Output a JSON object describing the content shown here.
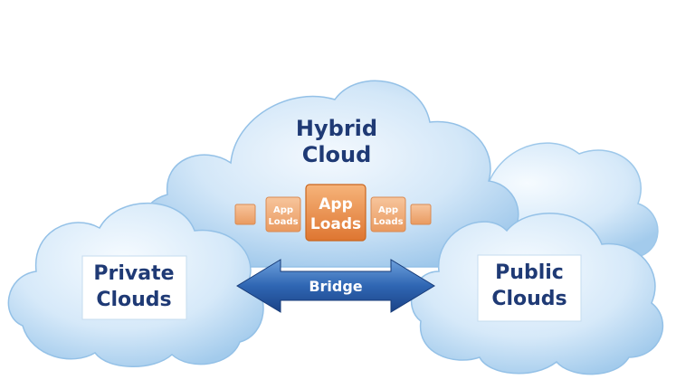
{
  "hybrid": {
    "line1": "Hybrid",
    "line2": "Cloud"
  },
  "private": {
    "line1": "Private",
    "line2": "Clouds"
  },
  "public": {
    "line1": "Public",
    "line2": "Clouds"
  },
  "bridge": {
    "label": "Bridge"
  },
  "app_loads": {
    "small": {
      "line1": "App",
      "line2": "Loads"
    },
    "main": {
      "line1": "App",
      "line2": "Loads"
    }
  },
  "colors": {
    "cloud_light": "#eef6fd",
    "cloud_mid": "#bcd9f2",
    "cloud_edge": "#8dbde6",
    "text_navy": "#1f3a75",
    "bridge_dark": "#1e4f96",
    "bridge_light": "#4a86cf",
    "app_orange": "#e9893e",
    "app_orange_light": "#f2b07a"
  }
}
